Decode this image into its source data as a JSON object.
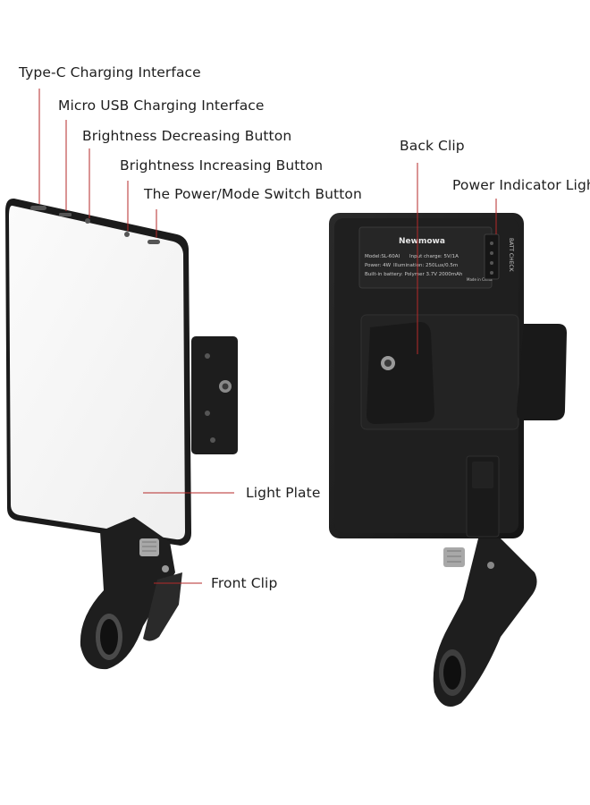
{
  "labels": {
    "type_c": "Type-C Charging Interface",
    "micro_usb": "Micro USB Charging Interface",
    "brightness_decrease": "Brightness Decreasing Button",
    "brightness_increase": "Brightness Increasing Button",
    "power_mode": "The Power/Mode Switch Button",
    "back_clip": "Back Clip",
    "power_indicator": "Power Indicator Light",
    "light_plate": "Light Plate",
    "front_clip": "Front Clip"
  },
  "back_panel": {
    "brand": "Newmowa",
    "model": "Model:SL-60AI",
    "input": "Input charge: 5V/1A",
    "power": "Power: 4W",
    "illumination": "Illumination: 250Lux/0.5m",
    "battery": "Built-in battery: Polymer 3.7V 2000mAh",
    "made_in": "Made in China",
    "batt_check": "BATT CHECK"
  },
  "colors": {
    "leader_line": "#b52a2a",
    "device_body": "#1b1b1b",
    "light_plate": "#f6f6f6"
  }
}
